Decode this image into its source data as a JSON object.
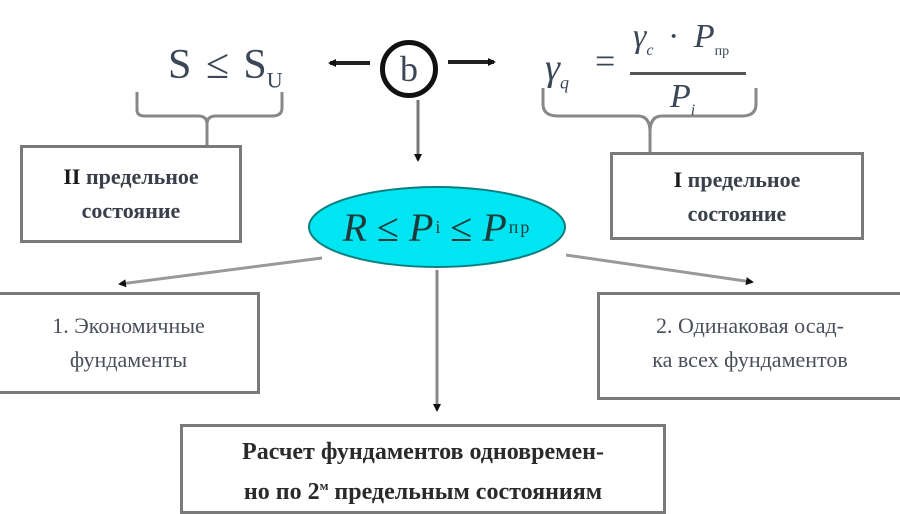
{
  "diagram": {
    "center_node": {
      "label": "b"
    },
    "left_formula": {
      "lhs": "S",
      "op": "≤",
      "rhs": "S",
      "rhs_sub": "U"
    },
    "right_formula": {
      "lhs": "γ",
      "lhs_sub": "q",
      "eq": "=",
      "num_a": "γ",
      "num_a_sub": "c",
      "dot": "·",
      "num_b": "P",
      "num_b_sub": "пр",
      "den": "P",
      "den_sub": "i"
    },
    "left_state_box": {
      "line1_roman": "II",
      "line1_rest": " предельное",
      "line2": "состояние"
    },
    "right_state_box": {
      "line1_roman": "I",
      "line1_rest": " предельное",
      "line2": "состояние"
    },
    "ellipse": {
      "a": "R",
      "op1": "≤",
      "b": "P",
      "b_sub": "i",
      "op2": "≤",
      "c": "P",
      "c_sub": "пр",
      "fill_color": "#00e5f2",
      "border_color": "#0b8c8c"
    },
    "outcome_left": {
      "line1": "1. Экономичные",
      "line2": "фундаменты"
    },
    "outcome_right": {
      "line1": "2. Одинаковая осад-",
      "line2": "ка всех фундаментов"
    },
    "conclusion": {
      "line1": "Расчет фундаментов одновремен-",
      "line2_a": "но по 2",
      "line2_sup": "м",
      "line2_b": " предельным состояниям"
    }
  }
}
